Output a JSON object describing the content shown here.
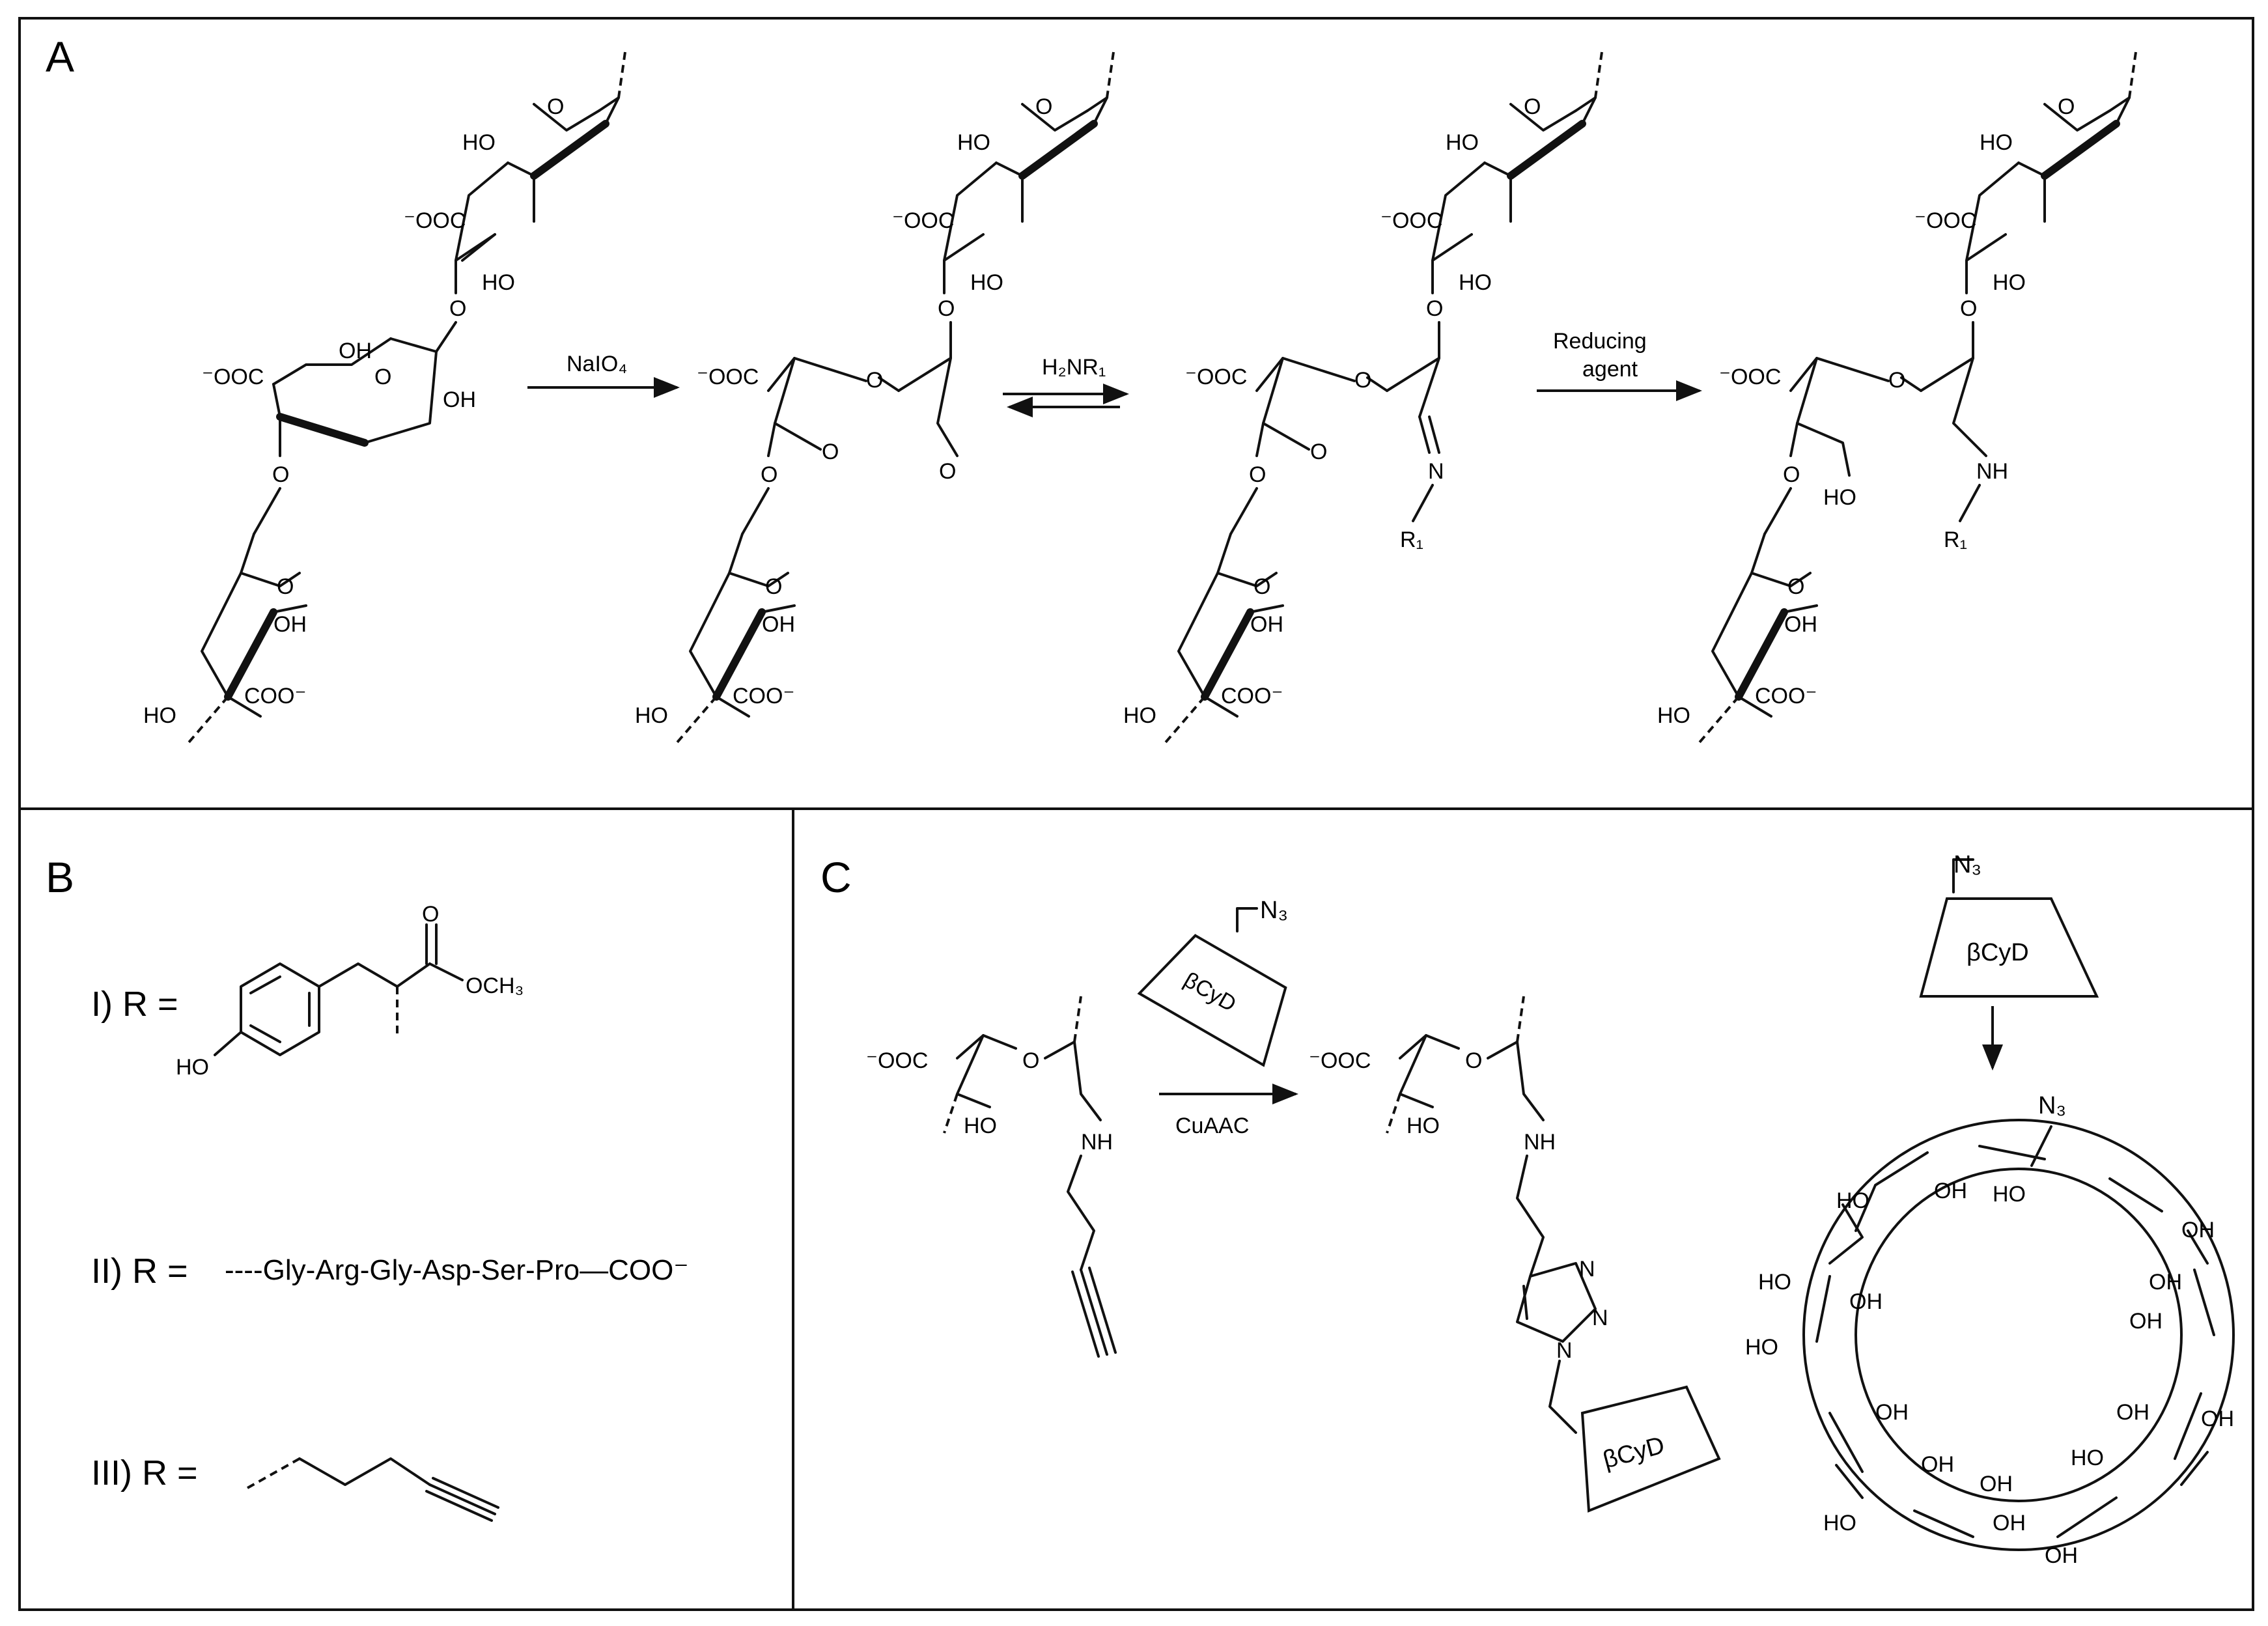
{
  "panels": {
    "a": {
      "letter": "A"
    },
    "b": {
      "letter": "B"
    },
    "c": {
      "letter": "C"
    }
  },
  "labels": {
    "oh": "HO",
    "oh_r": "OH",
    "coo_left": "⁻OOC",
    "coo_right": "COO⁻",
    "o": "O",
    "n": "N",
    "nh": "NH",
    "r1": "R₁",
    "n3": "N₃",
    "och3": "OCH₃",
    "cyd": "βCyD"
  },
  "arrows": {
    "periodate": "NaIO₄",
    "amine": "H₂NR₁",
    "reducing_line1": "Reducing",
    "reducing_line2": "agent",
    "cuaac": "CuAAC"
  },
  "panel_b": {
    "item1": "I)  R =",
    "item2": "II)  R =",
    "item3": "III)  R =",
    "peptide": "----Gly-Arg-Gly-Asp-Ser-Pro—COO⁻"
  },
  "colors": {
    "line": "#111111",
    "background": "#ffffff"
  }
}
